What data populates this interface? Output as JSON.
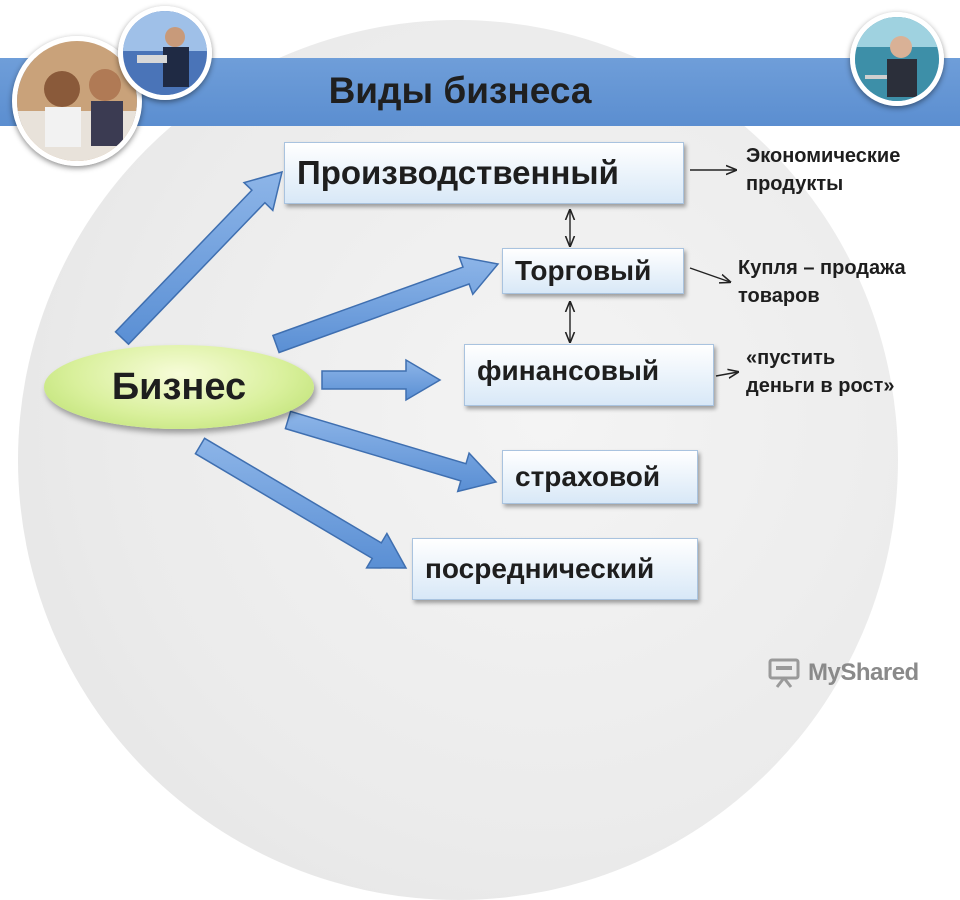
{
  "title": "Виды бизнеса",
  "center": "Бизнес",
  "types": {
    "production": "Производственный",
    "trade": "Торговый",
    "financial": "финансовый",
    "insurance": "страховой",
    "intermediary": "посреднический"
  },
  "notes": {
    "production": "Экономические\nпродукты",
    "trade": "Купля – продажа\nтоваров",
    "financial": "«пустить\nденьги в рост»"
  },
  "watermark": "MyShared",
  "colors": {
    "band": "#5b8ed0",
    "arrow_fill": "#6f9fdc",
    "ellipse": "#d9f09c"
  }
}
